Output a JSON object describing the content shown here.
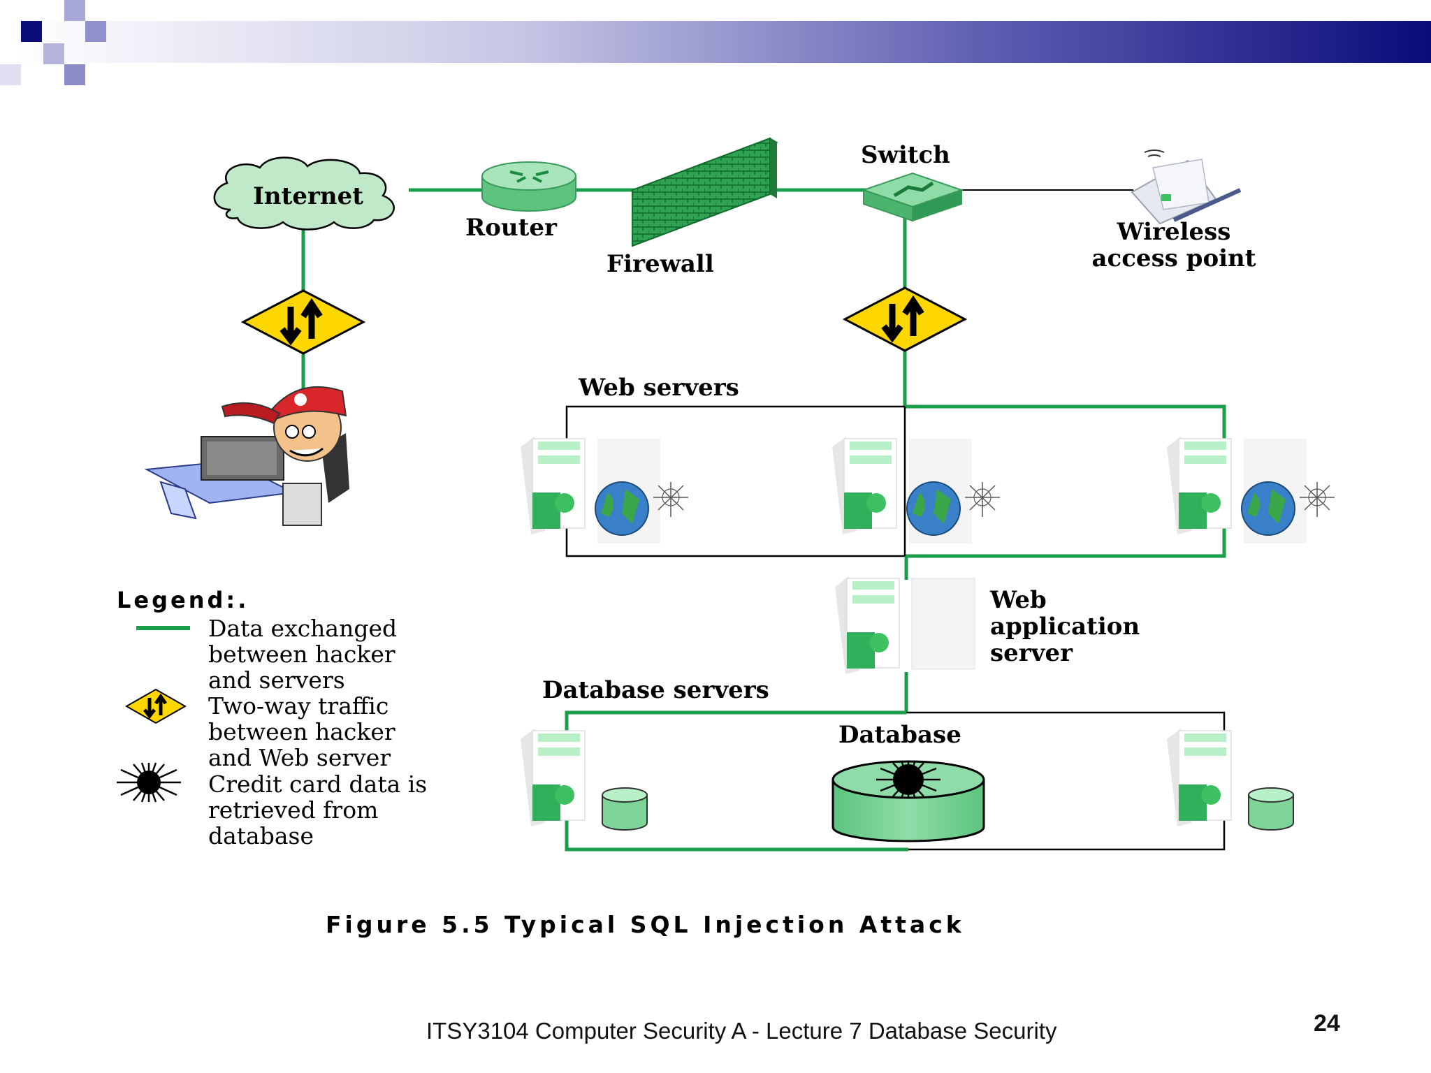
{
  "colors": {
    "link_green": "#1a9e4a",
    "banner_dark": "#0b0b7a",
    "diamond_yellow": "#ffd700",
    "cloud_fill": "#bfe9c8",
    "server_green": "#2fb05a",
    "db_fill": "#7fd49a"
  },
  "labels": {
    "internet": "Internet",
    "router": "Router",
    "firewall": "Firewall",
    "switch": "Switch",
    "wireless_line1": "Wireless",
    "wireless_line2": "access point",
    "web_servers": "Web servers",
    "web_app_line1": "Web",
    "web_app_line2": "application",
    "web_app_line3": "server",
    "database_servers": "Database servers",
    "database": "Database"
  },
  "legend": {
    "title": "Legend:.",
    "items": [
      {
        "icon": "green-line",
        "lines": [
          "Data exchanged",
          "between hacker",
          "and servers"
        ]
      },
      {
        "icon": "two-way-arrow-diamond",
        "lines": [
          "Two-way traffic",
          "between hacker",
          "and Web server"
        ]
      },
      {
        "icon": "starburst",
        "lines": [
          "Credit card data is",
          "retrieved from",
          "database"
        ]
      }
    ]
  },
  "caption": "Figure 5.5   Typical SQL Injection Attack",
  "footer": "ITSY3104 Computer Security A - Lecture 7 Database Security",
  "page_number": "24"
}
